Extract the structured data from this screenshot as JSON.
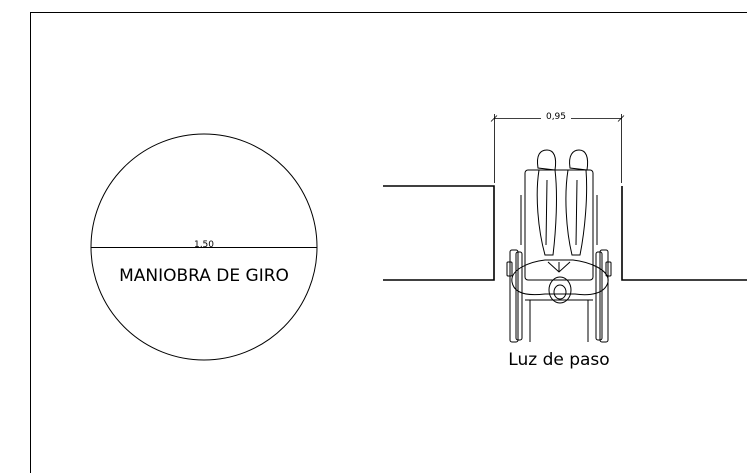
{
  "turning_circle": {
    "diameter_text": "1,50",
    "label": "MANIOBRA DE GIRO"
  },
  "doorway": {
    "width_text": "0,95",
    "label": "Luz de paso"
  },
  "icons": {
    "wheelchair": "wheelchair-user-icon"
  }
}
